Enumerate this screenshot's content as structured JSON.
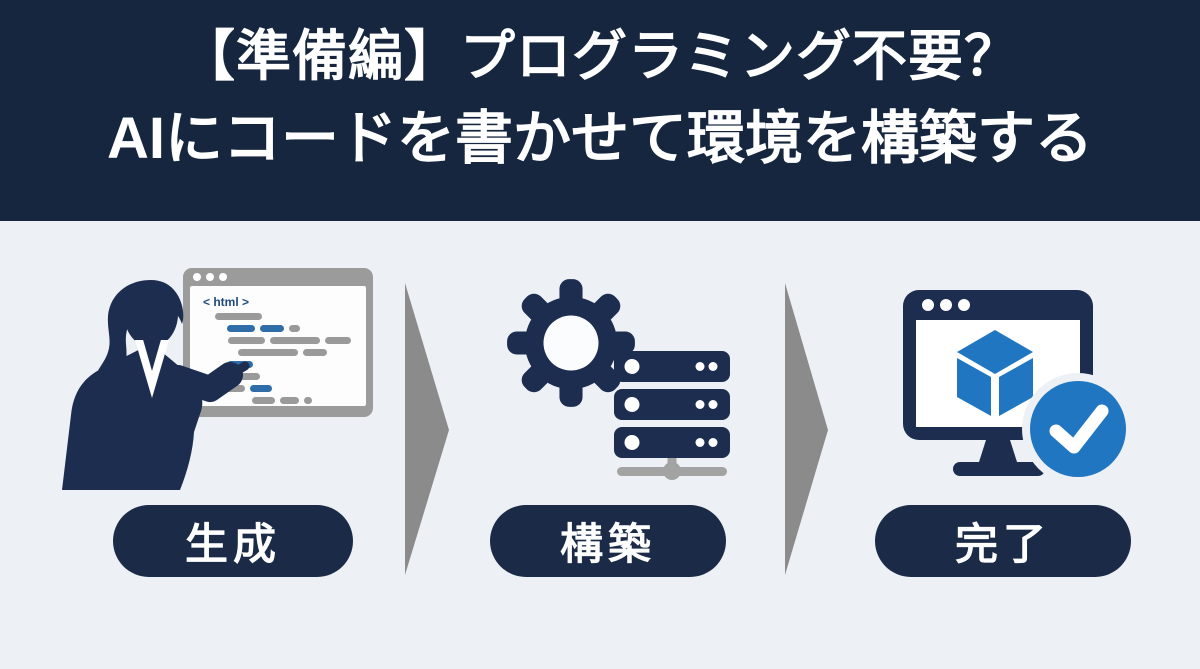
{
  "header": {
    "title_line1": "【準備編】プログラミング不要？",
    "title_line2": "AIにコードを書かせて環境を構築する"
  },
  "steps": [
    {
      "id": "generate",
      "label": "生成"
    },
    {
      "id": "build",
      "label": "構築"
    },
    {
      "id": "complete",
      "label": "完了"
    }
  ],
  "code_window": {
    "tag_label": "< html >",
    "lines": [
      {
        "indent": 25,
        "segs": [
          [
            "g",
            47
          ]
        ]
      },
      {
        "indent": 37,
        "segs": [
          [
            "b",
            28
          ],
          [
            "b",
            24
          ],
          [
            "g",
            11
          ]
        ]
      },
      {
        "indent": 38,
        "segs": [
          [
            "g",
            37
          ],
          [
            "g",
            50
          ],
          [
            "g",
            26
          ]
        ]
      },
      {
        "indent": 48,
        "segs": [
          [
            "g",
            60
          ],
          [
            "g",
            24
          ]
        ]
      },
      {
        "indent": 37,
        "segs": [
          [
            "b",
            26
          ]
        ]
      },
      {
        "indent": 27,
        "segs": [
          [
            "g",
            43
          ]
        ]
      },
      {
        "indent": 25,
        "segs": [
          [
            "g",
            30
          ],
          [
            "b",
            22
          ]
        ]
      },
      {
        "indent": 62,
        "segs": [
          [
            "g",
            23
          ],
          [
            "g",
            19
          ],
          [
            "g",
            8
          ]
        ]
      }
    ]
  },
  "colors": {
    "header_bg": "#16263f",
    "body_bg": "#edf1f6",
    "icon_navy": "#1d2d4f",
    "pill_navy": "#1b2a47",
    "accent_blue": "#2176c2",
    "code_blue": "#2e6da8",
    "frame_gray": "#9b9b9b",
    "arrow_gray": "#8b8b8b",
    "net_gray": "#a3a3a3",
    "text_white": "#ffffff"
  }
}
